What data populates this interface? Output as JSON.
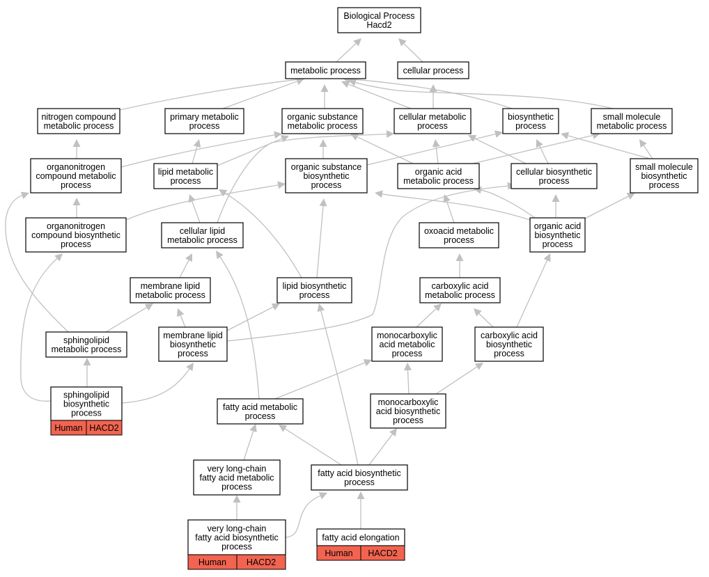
{
  "root": {
    "title": "Biological Process",
    "subtitle": "Hacd2"
  },
  "nodes": {
    "metabolic_process": "metabolic process",
    "cellular_process": "cellular process",
    "nitrogen_compound_metabolic": [
      "nitrogen compound",
      "metabolic process"
    ],
    "primary_metabolic": [
      "primary metabolic",
      "process"
    ],
    "organic_substance_metabolic": [
      "organic substance",
      "metabolic process"
    ],
    "cellular_metabolic": [
      "cellular metabolic",
      "process"
    ],
    "biosynthetic": [
      "biosynthetic",
      "process"
    ],
    "small_molecule_metabolic": [
      "small molecule",
      "metabolic process"
    ],
    "organonitrogen_compound_metabolic": [
      "organonitrogen",
      "compound metabolic",
      "process"
    ],
    "lipid_metabolic": [
      "lipid metabolic",
      "process"
    ],
    "organic_substance_biosynthetic": [
      "organic substance",
      "biosynthetic",
      "process"
    ],
    "organic_acid_metabolic": [
      "organic acid",
      "metabolic process"
    ],
    "cellular_biosynthetic": [
      "cellular biosynthetic",
      "process"
    ],
    "small_molecule_biosynthetic": [
      "small molecule",
      "biosynthetic",
      "process"
    ],
    "organonitrogen_compound_biosynthetic": [
      "organonitrogen",
      "compound biosynthetic",
      "process"
    ],
    "cellular_lipid_metabolic": [
      "cellular lipid",
      "metabolic process"
    ],
    "oxoacid_metabolic": [
      "oxoacid metabolic",
      "process"
    ],
    "organic_acid_biosynthetic": [
      "organic acid",
      "biosynthetic",
      "process"
    ],
    "membrane_lipid_metabolic": [
      "membrane lipid",
      "metabolic process"
    ],
    "lipid_biosynthetic": [
      "lipid biosynthetic",
      "process"
    ],
    "carboxylic_acid_metabolic": [
      "carboxylic acid",
      "metabolic process"
    ],
    "sphingolipid_metabolic": [
      "sphingolipid",
      "metabolic process"
    ],
    "membrane_lipid_biosynthetic": [
      "membrane lipid",
      "biosynthetic",
      "process"
    ],
    "monocarboxylic_acid_metabolic": [
      "monocarboxylic",
      "acid metabolic",
      "process"
    ],
    "carboxylic_acid_biosynthetic": [
      "carboxylic acid",
      "biosynthetic",
      "process"
    ],
    "sphingolipid_biosynthetic": [
      "sphingolipid",
      "biosynthetic",
      "process"
    ],
    "fatty_acid_metabolic": [
      "fatty acid metabolic",
      "process"
    ],
    "monocarboxylic_acid_biosynthetic": [
      "monocarboxylic",
      "acid biosynthetic",
      "process"
    ],
    "very_long_chain_fatty_acid_metabolic": [
      "very long-chain",
      "fatty acid metabolic",
      "process"
    ],
    "fatty_acid_biosynthetic": [
      "fatty acid biosynthetic",
      "process"
    ],
    "very_long_chain_fatty_acid_biosynthetic": [
      "very long-chain",
      "fatty acid biosynthetic",
      "process"
    ],
    "fatty_acid_elongation": "fatty acid elongation"
  },
  "annotation": {
    "species": "Human",
    "gene": "HACD2"
  },
  "colors": {
    "annotation_fill": "#f26450",
    "edge": "#c0c0c0",
    "node_border": "#000000"
  }
}
